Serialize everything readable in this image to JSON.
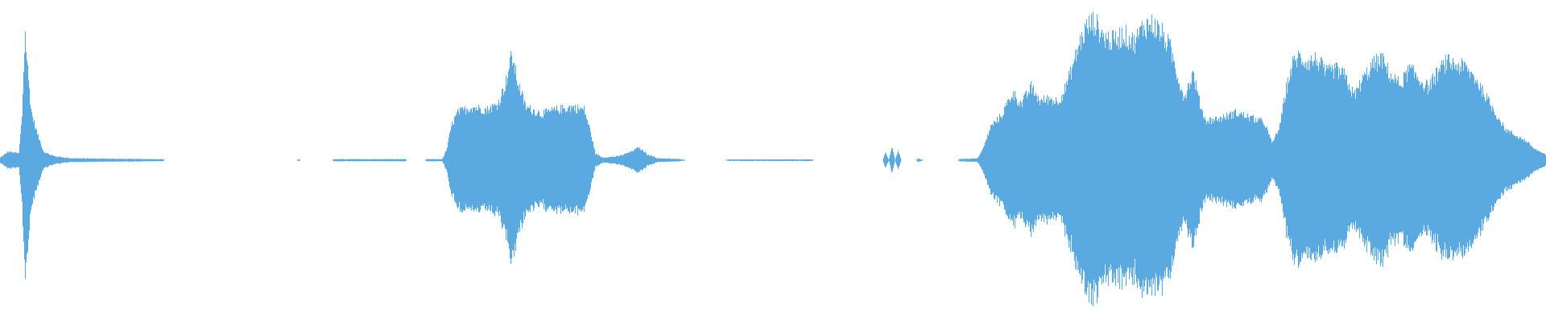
{
  "waveform": {
    "color": "#5aa9e1",
    "background": "#ffffff",
    "amplitude_envelope": [
      [
        0.0,
        0.02
      ],
      [
        0.005,
        0.06
      ],
      [
        0.012,
        0.05
      ],
      [
        0.014,
        0.3
      ],
      [
        0.016,
        0.92
      ],
      [
        0.018,
        0.6
      ],
      [
        0.02,
        0.35
      ],
      [
        0.023,
        0.22
      ],
      [
        0.028,
        0.06
      ],
      [
        0.035,
        0.03
      ],
      [
        0.045,
        0.015
      ],
      [
        0.08,
        0.01
      ],
      [
        0.105,
        0.008
      ],
      [
        0.106,
        0.0
      ],
      [
        0.192,
        0.0
      ],
      [
        0.193,
        0.008
      ],
      [
        0.194,
        0.0
      ],
      [
        0.215,
        0.0
      ],
      [
        0.216,
        0.008
      ],
      [
        0.262,
        0.008
      ],
      [
        0.263,
        0.0
      ],
      [
        0.275,
        0.0
      ],
      [
        0.276,
        0.008
      ],
      [
        0.286,
        0.008
      ],
      [
        0.289,
        0.08
      ],
      [
        0.292,
        0.25
      ],
      [
        0.296,
        0.34
      ],
      [
        0.305,
        0.38
      ],
      [
        0.315,
        0.36
      ],
      [
        0.322,
        0.4
      ],
      [
        0.327,
        0.55
      ],
      [
        0.331,
        0.75
      ],
      [
        0.335,
        0.55
      ],
      [
        0.34,
        0.38
      ],
      [
        0.35,
        0.33
      ],
      [
        0.36,
        0.36
      ],
      [
        0.37,
        0.38
      ],
      [
        0.378,
        0.36
      ],
      [
        0.382,
        0.2
      ],
      [
        0.385,
        0.05
      ],
      [
        0.39,
        0.02
      ],
      [
        0.4,
        0.03
      ],
      [
        0.408,
        0.06
      ],
      [
        0.413,
        0.09
      ],
      [
        0.418,
        0.05
      ],
      [
        0.425,
        0.015
      ],
      [
        0.44,
        0.008
      ],
      [
        0.443,
        0.0
      ],
      [
        0.47,
        0.0
      ],
      [
        0.471,
        0.006
      ],
      [
        0.525,
        0.006
      ],
      [
        0.526,
        0.0
      ],
      [
        0.571,
        0.0
      ],
      [
        0.573,
        0.06
      ],
      [
        0.575,
        0.0
      ],
      [
        0.577,
        0.1
      ],
      [
        0.579,
        0.0
      ],
      [
        0.581,
        0.07
      ],
      [
        0.583,
        0.0
      ],
      [
        0.593,
        0.0
      ],
      [
        0.594,
        0.015
      ],
      [
        0.597,
        0.0
      ],
      [
        0.62,
        0.0
      ],
      [
        0.621,
        0.01
      ],
      [
        0.628,
        0.012
      ],
      [
        0.632,
        0.012
      ],
      [
        0.636,
        0.08
      ],
      [
        0.641,
        0.24
      ],
      [
        0.648,
        0.32
      ],
      [
        0.655,
        0.48
      ],
      [
        0.661,
        0.4
      ],
      [
        0.667,
        0.52
      ],
      [
        0.673,
        0.42
      ],
      [
        0.679,
        0.44
      ],
      [
        0.684,
        0.42
      ],
      [
        0.688,
        0.48
      ],
      [
        0.692,
        0.6
      ],
      [
        0.698,
        0.82
      ],
      [
        0.703,
        0.95
      ],
      [
        0.708,
        0.99
      ],
      [
        0.714,
        0.88
      ],
      [
        0.72,
        0.85
      ],
      [
        0.727,
        0.9
      ],
      [
        0.734,
        0.84
      ],
      [
        0.74,
        0.96
      ],
      [
        0.746,
        0.97
      ],
      [
        0.752,
        0.9
      ],
      [
        0.757,
        0.8
      ],
      [
        0.762,
        0.6
      ],
      [
        0.766,
        0.45
      ],
      [
        0.772,
        0.62
      ],
      [
        0.776,
        0.42
      ],
      [
        0.78,
        0.28
      ],
      [
        0.79,
        0.3
      ],
      [
        0.8,
        0.34
      ],
      [
        0.81,
        0.3
      ],
      [
        0.818,
        0.27
      ],
      [
        0.823,
        0.12
      ],
      [
        0.828,
        0.24
      ],
      [
        0.832,
        0.5
      ],
      [
        0.836,
        0.68
      ],
      [
        0.84,
        0.74
      ],
      [
        0.846,
        0.7
      ],
      [
        0.852,
        0.72
      ],
      [
        0.858,
        0.62
      ],
      [
        0.864,
        0.65
      ],
      [
        0.87,
        0.6
      ],
      [
        0.876,
        0.46
      ],
      [
        0.882,
        0.58
      ],
      [
        0.888,
        0.68
      ],
      [
        0.894,
        0.72
      ],
      [
        0.9,
        0.6
      ],
      [
        0.906,
        0.54
      ],
      [
        0.912,
        0.65
      ],
      [
        0.918,
        0.58
      ],
      [
        0.924,
        0.52
      ],
      [
        0.93,
        0.62
      ],
      [
        0.936,
        0.7
      ],
      [
        0.942,
        0.68
      ],
      [
        0.948,
        0.66
      ],
      [
        0.955,
        0.58
      ],
      [
        0.962,
        0.44
      ],
      [
        0.968,
        0.33
      ],
      [
        0.974,
        0.22
      ],
      [
        0.98,
        0.18
      ],
      [
        0.987,
        0.14
      ],
      [
        0.993,
        0.08
      ],
      [
        1.0,
        0.04
      ]
    ]
  }
}
